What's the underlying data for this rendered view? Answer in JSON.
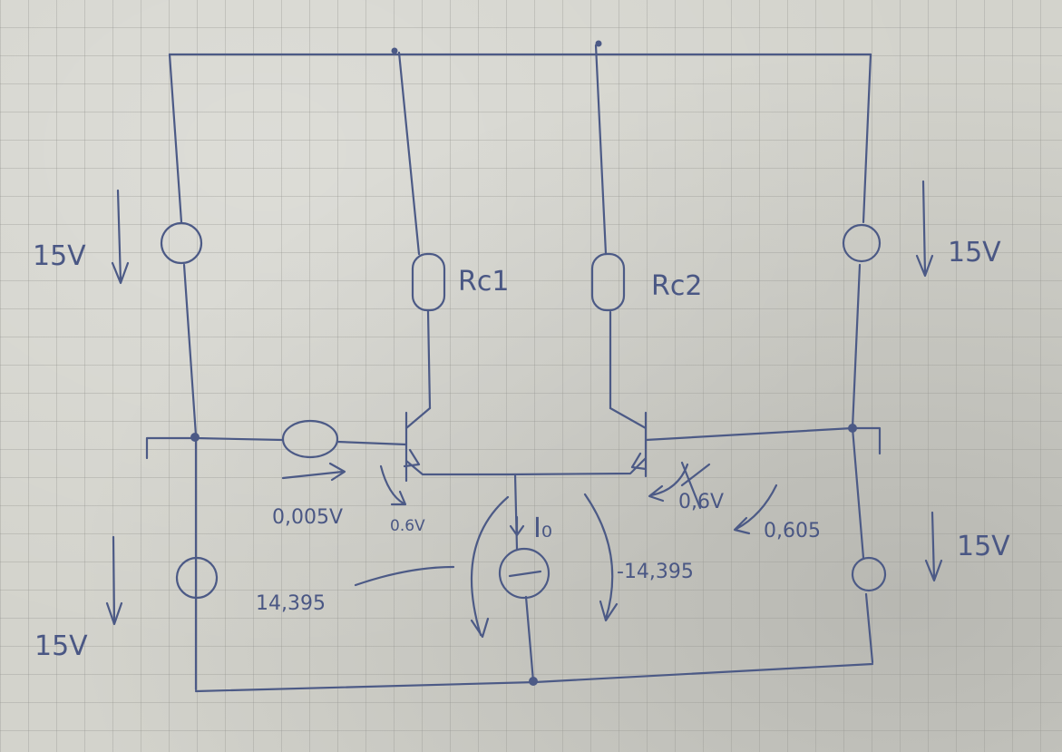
{
  "diagram": {
    "labels": {
      "rc1": "Rc1",
      "rc2": "Rc2",
      "io": "I₀",
      "src_left_top": "15V",
      "src_left_bottom": "15V",
      "src_right_top": "15V",
      "src_right_bottom": "15V",
      "input_voltage": "0,005V",
      "vbe_left": "0.6V",
      "vbe_right_struck": "0,6V",
      "vbe_right_corrected": "0,605",
      "current_src_voltage_left": "14,395",
      "current_src_voltage_right": "-14,395"
    }
  }
}
